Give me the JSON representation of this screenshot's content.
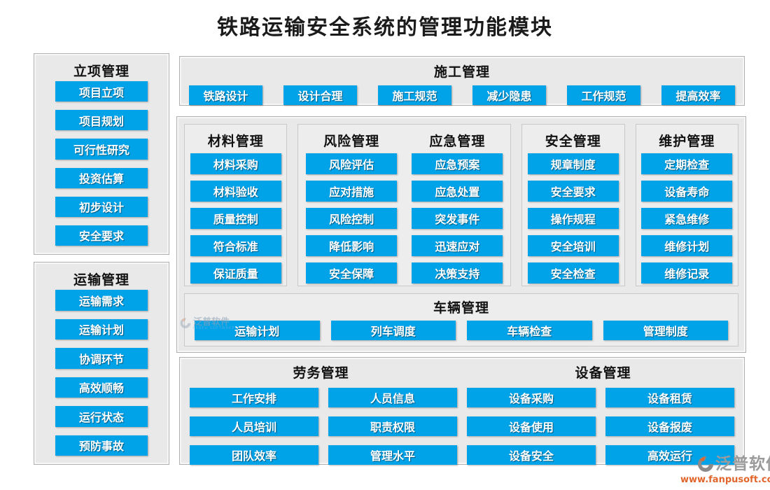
{
  "title": "铁路运输安全系统的管理功能模块",
  "colors": {
    "accent": "#00a2e8",
    "panel_bg": "#e9e9e9",
    "panel_border": "#b0b0b0",
    "button_text": "#ffffff",
    "header_text": "#111111",
    "watermark_gray": "#9b9b9b",
    "watermark_orange": "#e0662c"
  },
  "sidebar": {
    "panels": [
      {
        "title": "立项管理",
        "items": [
          "项目立项",
          "项目规划",
          "可行性研究",
          "投资估算",
          "初步设计",
          "安全要求"
        ]
      },
      {
        "title": "运输管理",
        "items": [
          "运输需求",
          "运输计划",
          "协调环节",
          "高效顺畅",
          "运行状态",
          "预防事故"
        ]
      }
    ]
  },
  "construction": {
    "title": "施工管理",
    "items": [
      "铁路设计",
      "设计合理",
      "施工规范",
      "减少隐患",
      "工作规范",
      "提高效率"
    ]
  },
  "middle": {
    "columns": [
      {
        "title": "材料管理",
        "items": [
          "材料采购",
          "材料验收",
          "质量控制",
          "符合标准",
          "保证质量"
        ]
      },
      {
        "title": "风险管理",
        "items": [
          "风险评估",
          "应对措施",
          "风险控制",
          "降低影响",
          "安全保障"
        ]
      },
      {
        "title": "应急管理",
        "items": [
          "应急预案",
          "应急处置",
          "突发事件",
          "迅速应对",
          "决策支持"
        ]
      },
      {
        "title": "安全管理",
        "items": [
          "规章制度",
          "安全要求",
          "操作规程",
          "安全培训",
          "安全检查"
        ]
      },
      {
        "title": "维护管理",
        "items": [
          "定期检查",
          "设备寿命",
          "紧急维修",
          "维修计划",
          "维修记录"
        ]
      }
    ],
    "vehicle": {
      "title": "车辆管理",
      "items": [
        "运输计划",
        "列车调度",
        "车辆检查",
        "管理制度"
      ]
    }
  },
  "bottom": {
    "headers": [
      "劳务管理",
      "设备管理"
    ],
    "rows": [
      [
        "工作安排",
        "人员信息",
        "设备采购",
        "设备租赁"
      ],
      [
        "人员培训",
        "职责权限",
        "设备使用",
        "设备报废"
      ],
      [
        "团队效率",
        "管理水平",
        "设备安全",
        "高效运行"
      ]
    ]
  },
  "watermark": {
    "brand": "泛普软件",
    "brand_sub": "FANPU SOFTWARE",
    "url": "www.fanpusoft.com"
  }
}
